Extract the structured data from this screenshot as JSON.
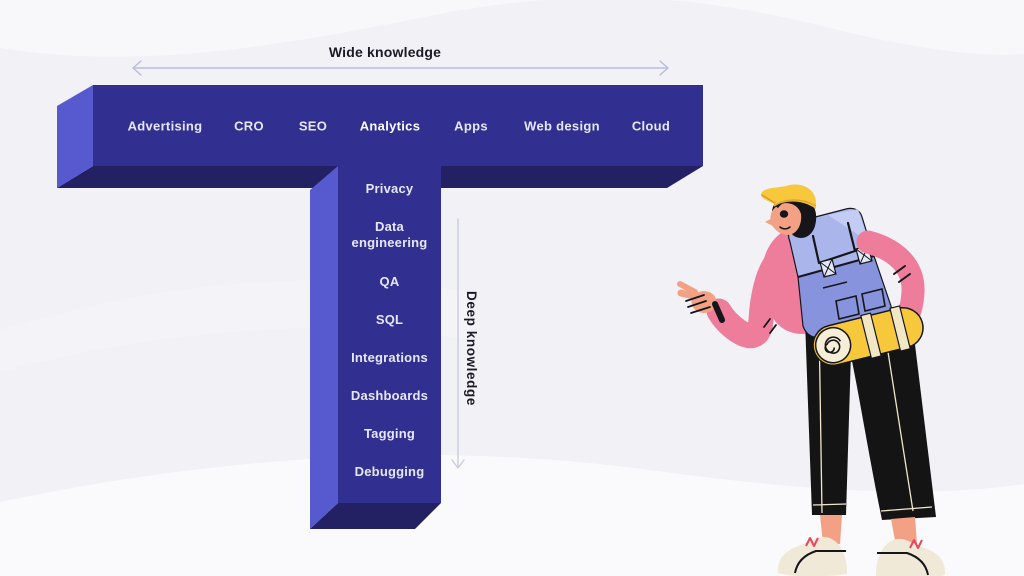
{
  "titles": {
    "wide": "Wide knowledge",
    "deep": "Deep knowledge"
  },
  "skills": {
    "wide": [
      "Advertising",
      "CRO",
      "SEO",
      "Analytics",
      "Apps",
      "Web design",
      "Cloud"
    ],
    "highlighted": "Analytics",
    "deep": [
      "Privacy",
      "Data engineering",
      "QA",
      "SQL",
      "Integrations",
      "Dashboards",
      "Tagging",
      "Debugging"
    ]
  },
  "colors": {
    "bar_face": "#312f90",
    "bar_side": "#575ace",
    "bar_shadow": "#242064",
    "bar_text": "#e7e8f7",
    "highlight_text": "#ffffff",
    "arrow": "#b9bdd9",
    "annotation_text": "#1b1a24",
    "background": "#f1f1f6",
    "illustration_shirt": "#ee7d9b",
    "illustration_cap": "#f7c73c",
    "illustration_backpack": "#8793dd",
    "illustration_skin": "#f2a185",
    "illustration_pants": "#141414",
    "illustration_shoes": "#f0e9d8",
    "illustration_accent": "#e8455f"
  },
  "illustration": {
    "description": "Hiker with backpack and bedroll pointing at the T-shaped skills diagram"
  }
}
